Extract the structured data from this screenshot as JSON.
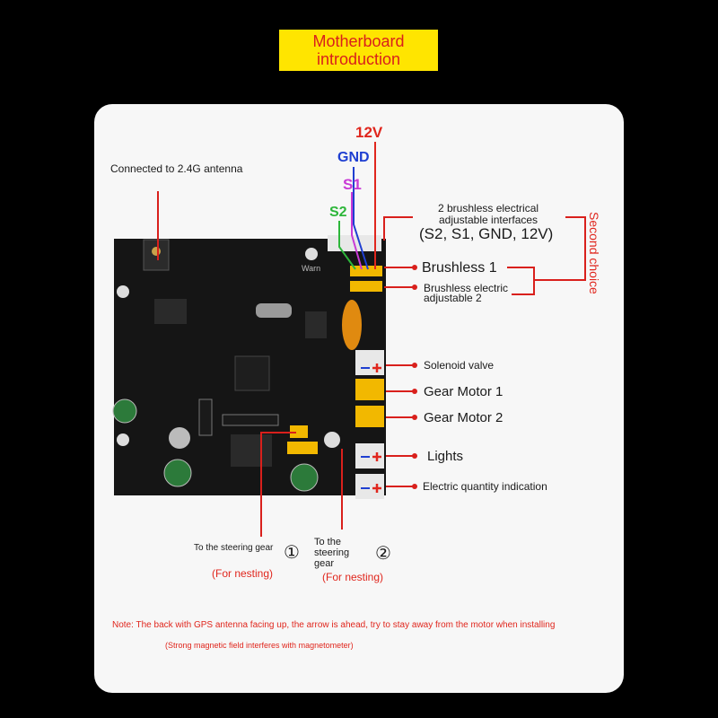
{
  "title": {
    "line1": "Motherboard",
    "line2": "introduction"
  },
  "labels": {
    "antenna": "Connected to 2.4G antenna",
    "pin_12v": "12V",
    "pin_gnd": "GND",
    "pin_s1": "S1",
    "pin_s2": "S2",
    "interfaces_line1": "2 brushless electrical",
    "interfaces_line2": "adjustable interfaces",
    "interfaces_pins": "(S2, S1, GND, 12V)",
    "second_choice_1": "Second",
    "second_choice_2": "choice",
    "brushless1": "Brushless 1",
    "brushless2_line1": "Brushless electric",
    "brushless2_line2": "adjustable 2",
    "solenoid": "Solenoid valve",
    "gear_motor1": "Gear Motor 1",
    "gear_motor2": "Gear Motor 2",
    "lights": "Lights",
    "electric_quantity": "Electric quantity indication",
    "steering1": "To the steering gear",
    "steering1_num": "①",
    "steering1_nesting": "(For nesting)",
    "steering2_line1": "To the",
    "steering2_line2": "steering",
    "steering2_line3": "gear",
    "steering2_num": "②",
    "steering2_nesting": "(For nesting)",
    "board_text": "Warn",
    "note": "Note: The back with GPS antenna facing up, the arrow is ahead, try to stay away from the motor when installing",
    "note_sub": "(Strong magnetic field interferes with magnetometer)"
  },
  "colors": {
    "title_bg": "#ffe500",
    "title_text": "#d9201c",
    "pointer_red": "#d9201c",
    "pin_12v": "#e0261d",
    "pin_gnd": "#1f3fd1",
    "pin_s1": "#c93ad6",
    "pin_s2": "#2db63a",
    "board": "#151515",
    "connector": "#f2b800"
  }
}
